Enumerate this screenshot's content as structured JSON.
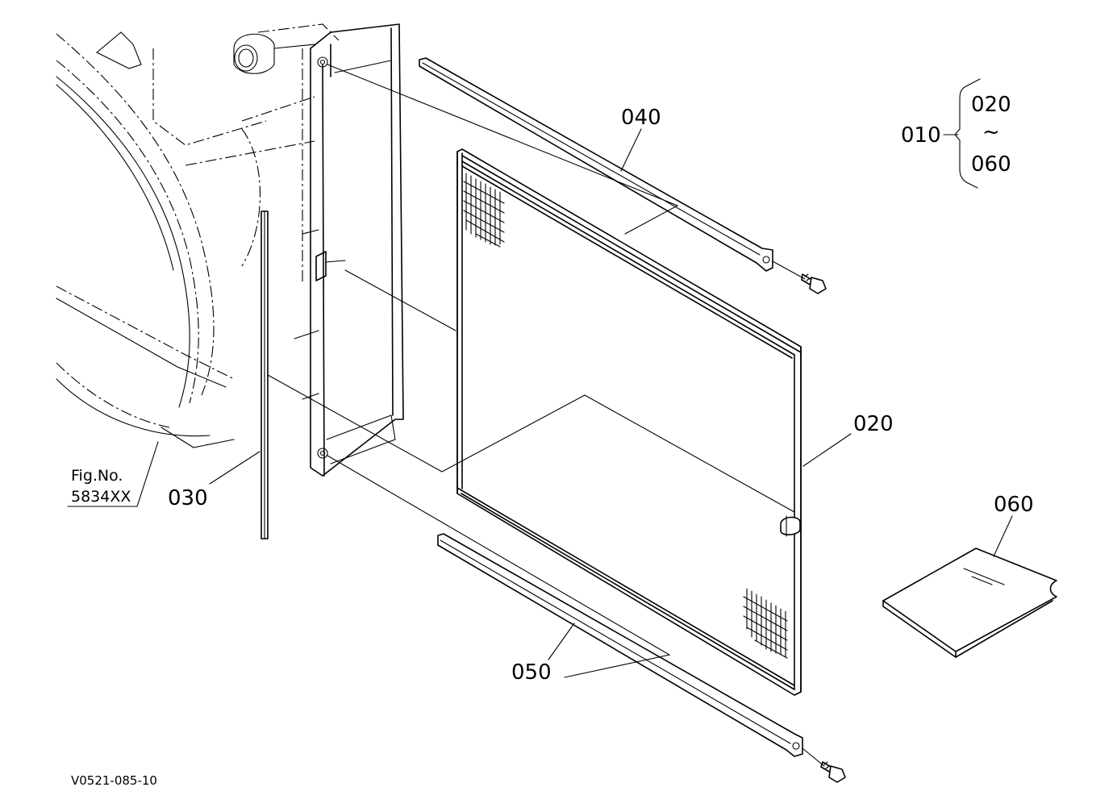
{
  "diagram": {
    "drawing_code": "V0521-085-10",
    "fig_ref": {
      "line1": "Fig.No.",
      "line2": "5834XX"
    },
    "callouts": {
      "p010": "010",
      "p020": "020",
      "p030": "030",
      "p040": "040",
      "p050": "050",
      "p060": "060"
    },
    "assembly_range": {
      "from": "020",
      "tilde": "~",
      "to": "060"
    }
  }
}
